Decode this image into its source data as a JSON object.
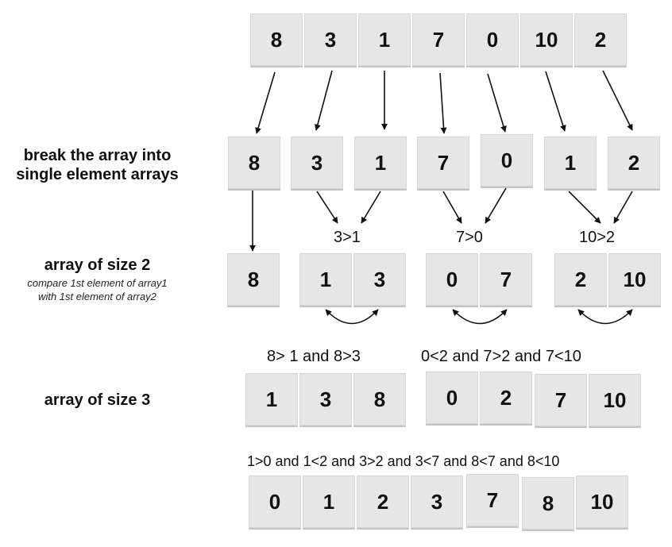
{
  "rows": {
    "original": [
      "8",
      "3",
      "1",
      "7",
      "0",
      "10",
      "2"
    ],
    "singles": [
      "8",
      "3",
      "1",
      "7",
      "0",
      "1",
      "2"
    ],
    "size2": [
      "8",
      "1",
      "3",
      "0",
      "7",
      "2",
      "10"
    ],
    "size3": [
      "1",
      "3",
      "8",
      "0",
      "2",
      "7",
      "10"
    ],
    "final": [
      "0",
      "1",
      "2",
      "3",
      "7",
      "8",
      "10"
    ]
  },
  "labels": {
    "break_line1": "break the array into",
    "break_line2": "single element arrays",
    "size2_title": "array of size 2",
    "size2_note_line1": "compare 1st element of array1",
    "size2_note_line2": "with 1st element of array2",
    "size3_title": "array of size 3"
  },
  "comparisons": {
    "pair1": "3>1",
    "pair2": "7>0",
    "pair3": "10>2",
    "merge3_left": "8> 1 and  8>3",
    "merge3_right": "0<2   and   7>2  and 7<10",
    "merge_final": "1>0  and  1<2  and 3>2  and 3<7  and 8<7  and 8<10"
  }
}
